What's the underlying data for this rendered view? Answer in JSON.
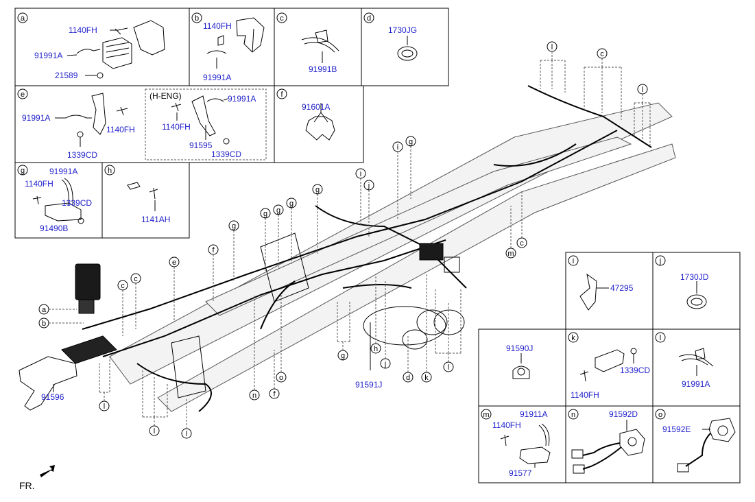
{
  "inset_panels": {
    "a": {
      "letter": "a",
      "parts": [
        "1140FH",
        "91991A",
        "21589"
      ]
    },
    "b": {
      "letter": "b",
      "parts": [
        "1140FH",
        "91991A"
      ]
    },
    "c": {
      "letter": "c",
      "parts": [
        "91991B"
      ]
    },
    "d": {
      "letter": "d",
      "parts": [
        "1730JG"
      ]
    },
    "e": {
      "letter": "e",
      "parts": [
        "91991A",
        "1140FH",
        "1339CD"
      ],
      "sub_label": "(H-ENG)",
      "sub_parts": [
        "91991A",
        "1140FH",
        "91595",
        "1339CD"
      ]
    },
    "f": {
      "letter": "f",
      "parts": [
        "91601A"
      ]
    },
    "g": {
      "letter": "g",
      "parts": [
        "91991A",
        "1140FH",
        "1339CD",
        "91490B"
      ]
    },
    "h": {
      "letter": "h",
      "parts": [
        "1141AH"
      ]
    },
    "i": {
      "letter": "i",
      "parts": [
        "47295"
      ]
    },
    "j": {
      "letter": "j",
      "parts": [
        "1730JD"
      ]
    },
    "blank": {
      "parts": [
        "91590J"
      ]
    },
    "k": {
      "letter": "k",
      "parts": [
        "1339CD",
        "1140FH"
      ]
    },
    "l": {
      "letter": "l",
      "parts": [
        "91991A"
      ]
    },
    "m": {
      "letter": "m",
      "parts": [
        "91911A",
        "1140FH",
        "91577"
      ]
    },
    "n": {
      "letter": "n",
      "parts": [
        "91592D"
      ]
    },
    "o": {
      "letter": "o",
      "parts": [
        "91592E"
      ]
    }
  },
  "main_diagram": {
    "part_labels": [
      "91596",
      "91591J"
    ],
    "callouts": {
      "left": [
        "a",
        "b"
      ],
      "top": [
        "e",
        "f",
        "g",
        "g",
        "g",
        "g",
        "g",
        "i",
        "j",
        "i",
        "g",
        "l",
        "c",
        "l"
      ],
      "bottom": [
        "l",
        "l",
        "l",
        "n",
        "f",
        "o",
        "g",
        "h",
        "j",
        "d",
        "k",
        "l"
      ],
      "middle": [
        "c",
        "c",
        "m",
        "c"
      ]
    }
  },
  "direction_label": "FR."
}
